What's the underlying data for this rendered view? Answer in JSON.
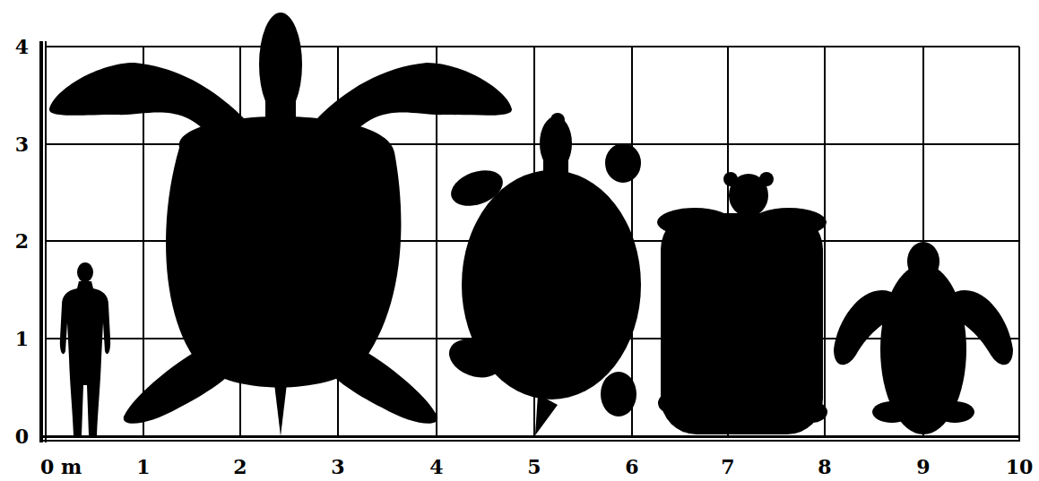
{
  "diagram": {
    "labels": [
      "4",
      "3",
      "2",
      "1",
      "0",
      "0 m",
      "1",
      "2",
      "3",
      "4",
      "5",
      "6",
      "7",
      "8",
      "9",
      "10"
    ]
  }
}
